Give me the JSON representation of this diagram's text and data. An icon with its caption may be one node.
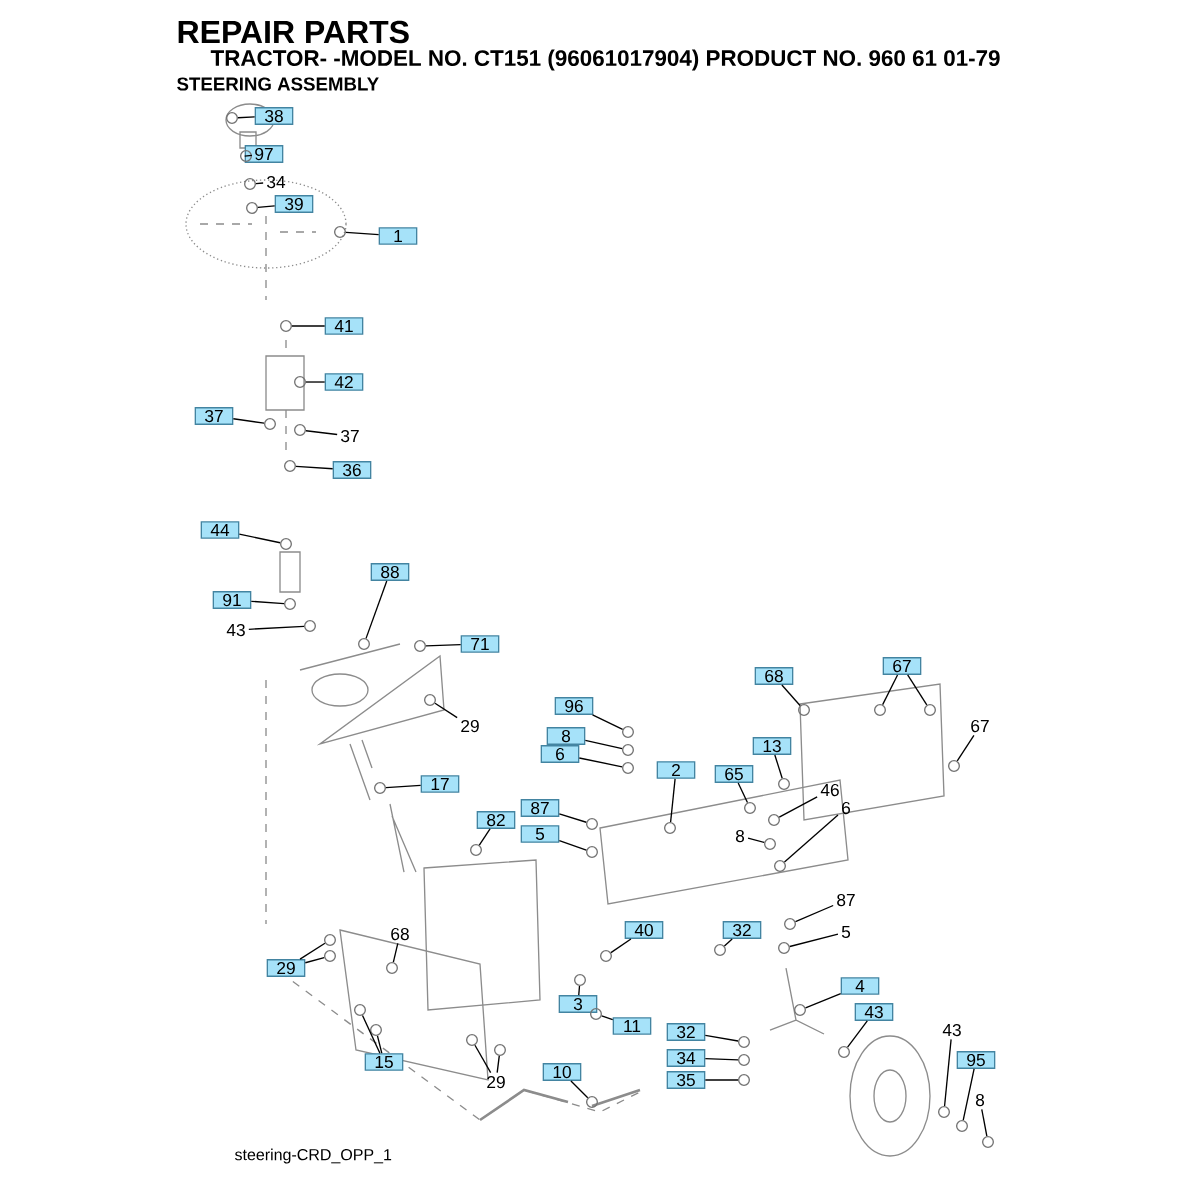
{
  "diagram": {
    "title": "REPAIR PARTS",
    "nodes": [
      {
        "text": [
          "38"
        ]
      },
      {
        "text": [
          "97"
        ]
      },
      {
        "text": [
          "34"
        ]
      },
      {
        "text": [
          "39"
        ]
      },
      {
        "text": [
          "1"
        ]
      },
      {
        "text": [
          "41"
        ]
      },
      {
        "text": [
          "42"
        ]
      },
      {
        "text": [
          "37"
        ]
      },
      {
        "text": [
          "37"
        ]
      },
      {
        "text": [
          "36"
        ]
      },
      {
        "text": [
          "44"
        ]
      },
      {
        "text": [
          "91"
        ]
      },
      {
        "text": [
          "43"
        ]
      },
      {
        "text": [
          "88"
        ]
      },
      {
        "text": [
          "71"
        ]
      },
      {
        "text": [
          "29"
        ]
      },
      {
        "text": [
          "17"
        ]
      },
      {
        "text": [
          "82"
        ]
      },
      {
        "text": [
          "96"
        ]
      },
      {
        "text": [
          "8"
        ]
      },
      {
        "text": [
          "6"
        ]
      },
      {
        "text": [
          "2"
        ]
      },
      {
        "text": [
          "87"
        ]
      },
      {
        "text": [
          "5"
        ]
      },
      {
        "text": [
          "65"
        ]
      },
      {
        "text": [
          "13"
        ]
      },
      {
        "text": [
          "68"
        ]
      },
      {
        "text": [
          "67"
        ]
      },
      {
        "text": [
          "67"
        ]
      },
      {
        "text": [
          "46"
        ]
      },
      {
        "text": [
          "8"
        ]
      },
      {
        "text": [
          "6"
        ]
      },
      {
        "text": [
          "40"
        ]
      },
      {
        "text": [
          "32"
        ]
      },
      {
        "text": [
          "87"
        ]
      },
      {
        "text": [
          "5"
        ]
      },
      {
        "text": [
          "29"
        ]
      },
      {
        "text": [
          "68"
        ]
      },
      {
        "text": [
          "3"
        ]
      },
      {
        "text": [
          "11"
        ]
      },
      {
        "text": [
          "4"
        ]
      },
      {
        "text": [
          "43"
        ]
      },
      {
        "text": [
          "32"
        ]
      },
      {
        "text": [
          "34"
        ]
      },
      {
        "text": [
          "35"
        ]
      },
      {
        "text": [
          "15"
        ]
      },
      {
        "text": [
          "29"
        ]
      },
      {
        "text": [
          "10"
        ]
      },
      {
        "text": [
          "43"
        ]
      },
      {
        "text": [
          "95"
        ]
      },
      {
        "text": [
          "8"
        ]
      },
      {
        "text": [],
        "shape": "circle"
      },
      {
        "text": [],
        "shape": "circle"
      },
      {
        "text": [],
        "shape": "circle"
      },
      {
        "text": [],
        "shape": "circle"
      },
      {
        "text": [],
        "shape": "circle"
      },
      {
        "text": [],
        "shape": "circle"
      },
      {
        "text": [],
        "shape": "circle"
      },
      {
        "text": [],
        "shape": "circle"
      },
      {
        "text": [],
        "shape": "circle"
      },
      {
        "text": [],
        "shape": "circle"
      },
      {
        "text": [],
        "shape": "circle"
      },
      {
        "text": [],
        "shape": "circle"
      },
      {
        "text": [],
        "shape": "circle"
      },
      {
        "text": [],
        "shape": "circle"
      },
      {
        "text": [],
        "shape": "circle"
      },
      {
        "text": [],
        "shape": "circle"
      },
      {
        "text": [],
        "shape": "circle"
      },
      {
        "text": [],
        "shape": "circle"
      },
      {
        "text": [],
        "shape": "circle"
      },
      {
        "text": [],
        "shape": "circle"
      },
      {
        "text": [],
        "shape": "circle"
      },
      {
        "text": [],
        "shape": "circle"
      },
      {
        "text": [],
        "shape": "circle"
      },
      {
        "text": [],
        "shape": "circle"
      },
      {
        "text": [],
        "shape": "circle"
      },
      {
        "text": [],
        "shape": "circle"
      },
      {
        "text": [],
        "shape": "circle"
      },
      {
        "text": [],
        "shape": "circle"
      },
      {
        "text": [],
        "shape": "circle"
      },
      {
        "text": [],
        "shape": "circle"
      },
      {
        "text": [],
        "shape": "circle"
      },
      {
        "text": [],
        "shape": "circle"
      },
      {
        "text": [],
        "shape": "circle"
      },
      {
        "text": [],
        "shape": "circle"
      },
      {
        "text": [],
        "shape": "circle"
      },
      {
        "text": [],
        "shape": "circle"
      },
      {
        "text": [],
        "shape": "circle"
      },
      {
        "text": [],
        "shape": "circle"
      },
      {
        "text": [],
        "shape": "circle"
      },
      {
        "text": [],
        "shape": "circle"
      },
      {
        "text": [],
        "shape": "circle"
      },
      {
        "text": [],
        "shape": "circle"
      },
      {
        "text": [],
        "shape": "circle"
      },
      {
        "text": [],
        "shape": "circle"
      },
      {
        "text": [],
        "shape": "circle"
      },
      {
        "text": [],
        "shape": "circle"
      },
      {
        "text": [],
        "shape": "circle"
      },
      {
        "text": [],
        "shape": "circle"
      },
      {
        "text": [],
        "shape": "circle"
      },
      {
        "text": [],
        "shape": "circle"
      },
      {
        "text": [],
        "shape": "circle"
      },
      {
        "text": [],
        "shape": "circle"
      },
      {
        "text": [],
        "shape": "circle"
      },
      {
        "text": [],
        "shape": "circle"
      },
      {
        "text": [],
        "shape": "circle"
      }
    ],
    "edges": [
      {
        "from": 0,
        "to": 51,
        "arrow": "none"
      },
      {
        "from": 1,
        "to": 52,
        "arrow": "none"
      },
      {
        "from": 2,
        "to": 53,
        "arrow": "none"
      },
      {
        "from": 3,
        "to": 54,
        "arrow": "none"
      },
      {
        "from": 4,
        "to": 55,
        "arrow": "none"
      },
      {
        "from": 5,
        "to": 56,
        "arrow": "none"
      },
      {
        "from": 6,
        "to": 57,
        "arrow": "none"
      },
      {
        "from": 7,
        "to": 58,
        "arrow": "none"
      },
      {
        "from": 8,
        "to": 59,
        "arrow": "none"
      },
      {
        "from": 9,
        "to": 60,
        "arrow": "none"
      },
      {
        "from": 10,
        "to": 61,
        "arrow": "none"
      },
      {
        "from": 11,
        "to": 62,
        "arrow": "none"
      },
      {
        "from": 12,
        "to": 63,
        "arrow": "none"
      },
      {
        "from": 13,
        "to": 64,
        "arrow": "none"
      },
      {
        "from": 14,
        "to": 65,
        "arrow": "none"
      },
      {
        "from": 15,
        "to": 66,
        "arrow": "none"
      },
      {
        "from": 16,
        "to": 67,
        "arrow": "none"
      },
      {
        "from": 17,
        "to": 68,
        "arrow": "none"
      },
      {
        "from": 18,
        "to": 69,
        "arrow": "none"
      },
      {
        "from": 19,
        "to": 70,
        "arrow": "none"
      },
      {
        "from": 20,
        "to": 71,
        "arrow": "none"
      },
      {
        "from": 21,
        "to": 72,
        "arrow": "none"
      },
      {
        "from": 22,
        "to": 73,
        "arrow": "none"
      },
      {
        "from": 23,
        "to": 74,
        "arrow": "none"
      },
      {
        "from": 24,
        "to": 75,
        "arrow": "none"
      },
      {
        "from": 25,
        "to": 76,
        "arrow": "none"
      },
      {
        "from": 26,
        "to": 77,
        "arrow": "none"
      },
      {
        "from": 27,
        "to": 78,
        "arrow": "none"
      },
      {
        "from": 27,
        "to": 79,
        "arrow": "none"
      },
      {
        "from": 28,
        "to": 80,
        "arrow": "none"
      },
      {
        "from": 29,
        "to": 81,
        "arrow": "none"
      },
      {
        "from": 30,
        "to": 82,
        "arrow": "none"
      },
      {
        "from": 31,
        "to": 83,
        "arrow": "none"
      },
      {
        "from": 32,
        "to": 84,
        "arrow": "none"
      },
      {
        "from": 33,
        "to": 85,
        "arrow": "none"
      },
      {
        "from": 34,
        "to": 86,
        "arrow": "none"
      },
      {
        "from": 35,
        "to": 87,
        "arrow": "none"
      },
      {
        "from": 36,
        "to": 88,
        "arrow": "none"
      },
      {
        "from": 36,
        "to": 89,
        "arrow": "none"
      },
      {
        "from": 37,
        "to": 90,
        "arrow": "none"
      },
      {
        "from": 38,
        "to": 91,
        "arrow": "none"
      },
      {
        "from": 39,
        "to": 92,
        "arrow": "none"
      },
      {
        "from": 40,
        "to": 93,
        "arrow": "none"
      },
      {
        "from": 41,
        "to": 94,
        "arrow": "none"
      },
      {
        "from": 42,
        "to": 95,
        "arrow": "none"
      },
      {
        "from": 43,
        "to": 96,
        "arrow": "none"
      },
      {
        "from": 44,
        "to": 97,
        "arrow": "none"
      },
      {
        "from": 45,
        "to": 98,
        "arrow": "none"
      },
      {
        "from": 45,
        "to": 99,
        "arrow": "none"
      },
      {
        "from": 46,
        "to": 100,
        "arrow": "none"
      },
      {
        "from": 46,
        "to": 101,
        "arrow": "none"
      },
      {
        "from": 47,
        "to": 102,
        "arrow": "none"
      },
      {
        "from": 48,
        "to": 103,
        "arrow": "none"
      },
      {
        "from": 49,
        "to": 104,
        "arrow": "none"
      },
      {
        "from": 50,
        "to": 105,
        "arrow": "none"
      }
    ],
    "labels": [
      "TRACTOR- -MODEL NO. CT151 (96061017904) PRODUCT NO. 960 61 01-79",
      "STEERING ASSEMBLY",
      "steering-CRD_OPP_1"
    ]
  }
}
